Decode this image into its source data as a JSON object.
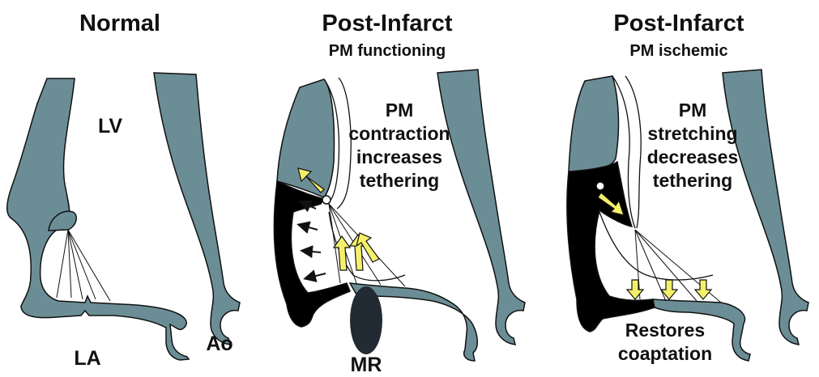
{
  "colors": {
    "tissue": "#6b8e96",
    "outline": "#111111",
    "infarct": "#000000",
    "arrow_yellow": "#f4f06a",
    "regurgitant_jet": "#222a33"
  },
  "panels": [
    {
      "title": "Normal",
      "subtitle": "",
      "labels": {
        "lv": "LV",
        "la": "LA",
        "ao": "Ao"
      }
    },
    {
      "title": "Post-Infarct",
      "subtitle": "PM functioning",
      "annotation": [
        "PM",
        "contraction",
        "increases",
        "tethering"
      ],
      "jet_label": "MR"
    },
    {
      "title": "Post-Infarct",
      "subtitle": "PM ischemic",
      "annotation": [
        "PM",
        "stretching",
        "decreases",
        "tethering"
      ],
      "result": [
        "Restores",
        "coaptation"
      ]
    }
  ]
}
